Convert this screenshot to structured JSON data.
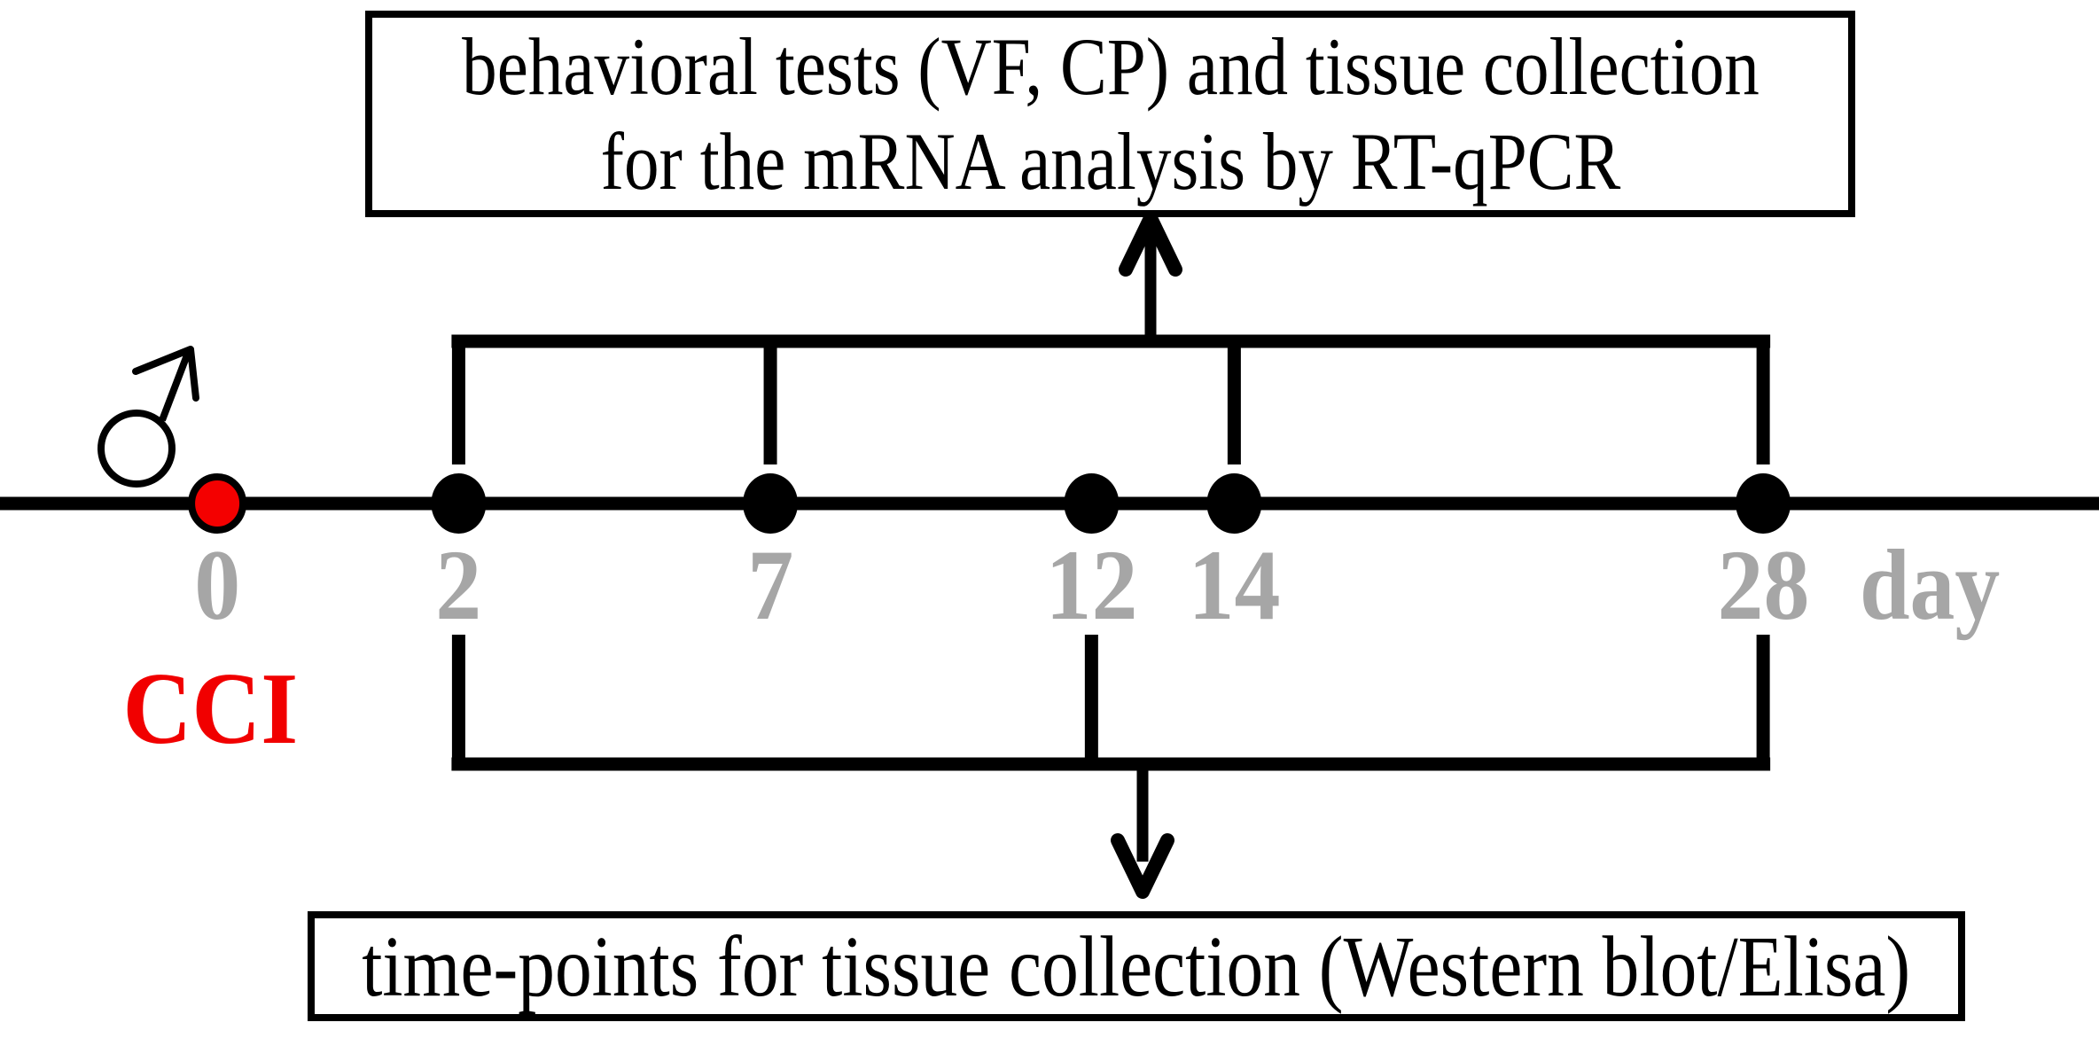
{
  "figure": {
    "top_box": {
      "line1": "behavioral tests (VF, CP) and tissue collection",
      "line2": "for the mRNA analysis by RT-qPCR"
    },
    "bottom_box": {
      "line1": "time-points for tissue collection (Western blot/Elisa)"
    },
    "cci_label": "CCI",
    "unit_label": "day",
    "male_symbol": "male-sign",
    "timeline_days": [
      {
        "day": "0",
        "x_pct": 10.35,
        "dot": "red",
        "top_bracket": false,
        "bottom_bracket": false
      },
      {
        "day": "2",
        "x_pct": 21.85,
        "dot": "black",
        "top_bracket": true,
        "bottom_bracket": true
      },
      {
        "day": "7",
        "x_pct": 36.7,
        "dot": "black",
        "top_bracket": true,
        "bottom_bracket": false
      },
      {
        "day": "12",
        "x_pct": 52.0,
        "dot": "black",
        "top_bracket": false,
        "bottom_bracket": true
      },
      {
        "day": "14",
        "x_pct": 58.8,
        "dot": "black",
        "top_bracket": true,
        "bottom_bracket": false
      },
      {
        "day": "28",
        "x_pct": 84.0,
        "dot": "black",
        "top_bracket": true,
        "bottom_bracket": true
      }
    ],
    "colors": {
      "red": "#f40000",
      "gray": "#a6a6a6",
      "black": "#000000"
    }
  }
}
